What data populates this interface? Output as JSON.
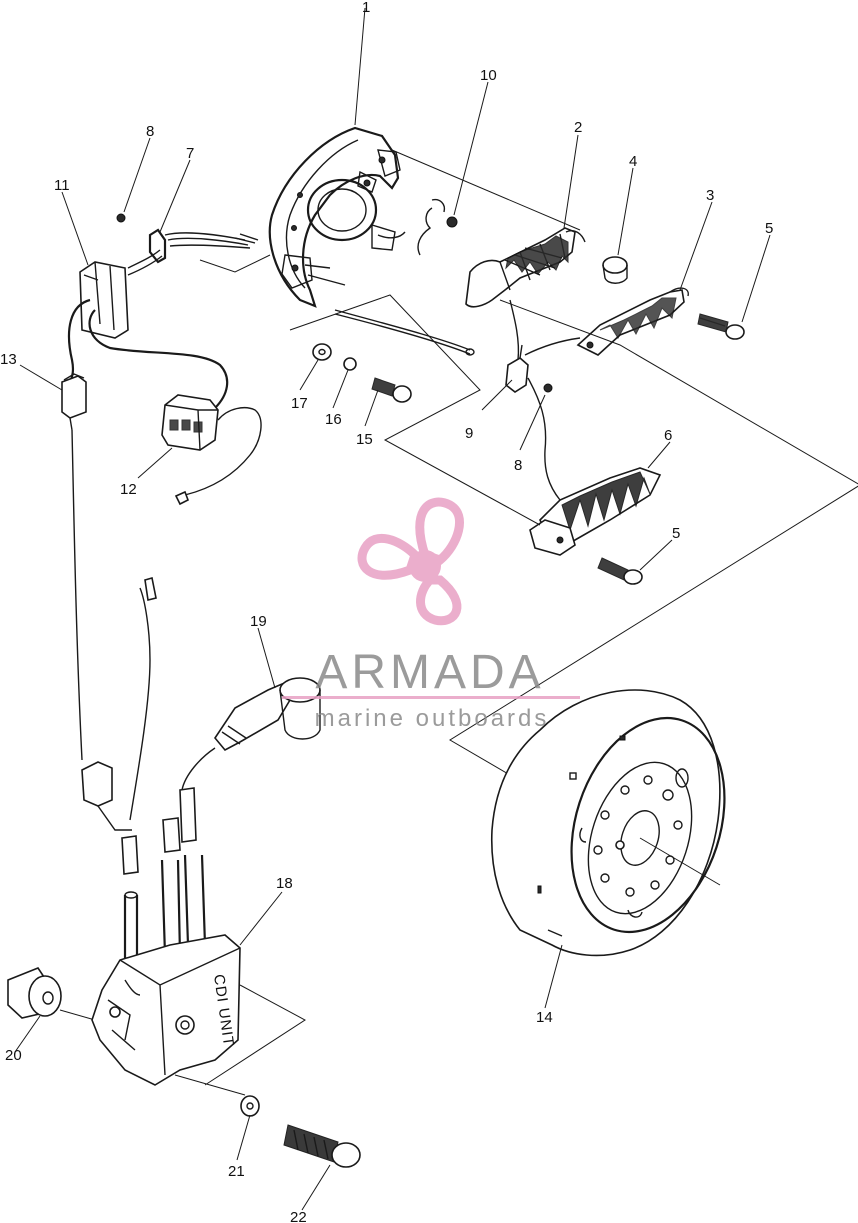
{
  "watermark": {
    "brand": "ARMADA",
    "tagline": "marine outboards",
    "color": "#e8a0c4"
  },
  "block_label": "CDI UNIT",
  "parts": [
    {
      "id": "1",
      "label": "1"
    },
    {
      "id": "2",
      "label": "2"
    },
    {
      "id": "3",
      "label": "3"
    },
    {
      "id": "4",
      "label": "4"
    },
    {
      "id": "5a",
      "label": "5"
    },
    {
      "id": "5b",
      "label": "5"
    },
    {
      "id": "6",
      "label": "6"
    },
    {
      "id": "7",
      "label": "7"
    },
    {
      "id": "8a",
      "label": "8"
    },
    {
      "id": "8b",
      "label": "8"
    },
    {
      "id": "9",
      "label": "9"
    },
    {
      "id": "10",
      "label": "10"
    },
    {
      "id": "11",
      "label": "11"
    },
    {
      "id": "12",
      "label": "12"
    },
    {
      "id": "13",
      "label": "13"
    },
    {
      "id": "14",
      "label": "14"
    },
    {
      "id": "15",
      "label": "15"
    },
    {
      "id": "16",
      "label": "16"
    },
    {
      "id": "17",
      "label": "17"
    },
    {
      "id": "18",
      "label": "18"
    },
    {
      "id": "19",
      "label": "19"
    },
    {
      "id": "20",
      "label": "20"
    },
    {
      "id": "21",
      "label": "21"
    },
    {
      "id": "22",
      "label": "22"
    }
  ]
}
